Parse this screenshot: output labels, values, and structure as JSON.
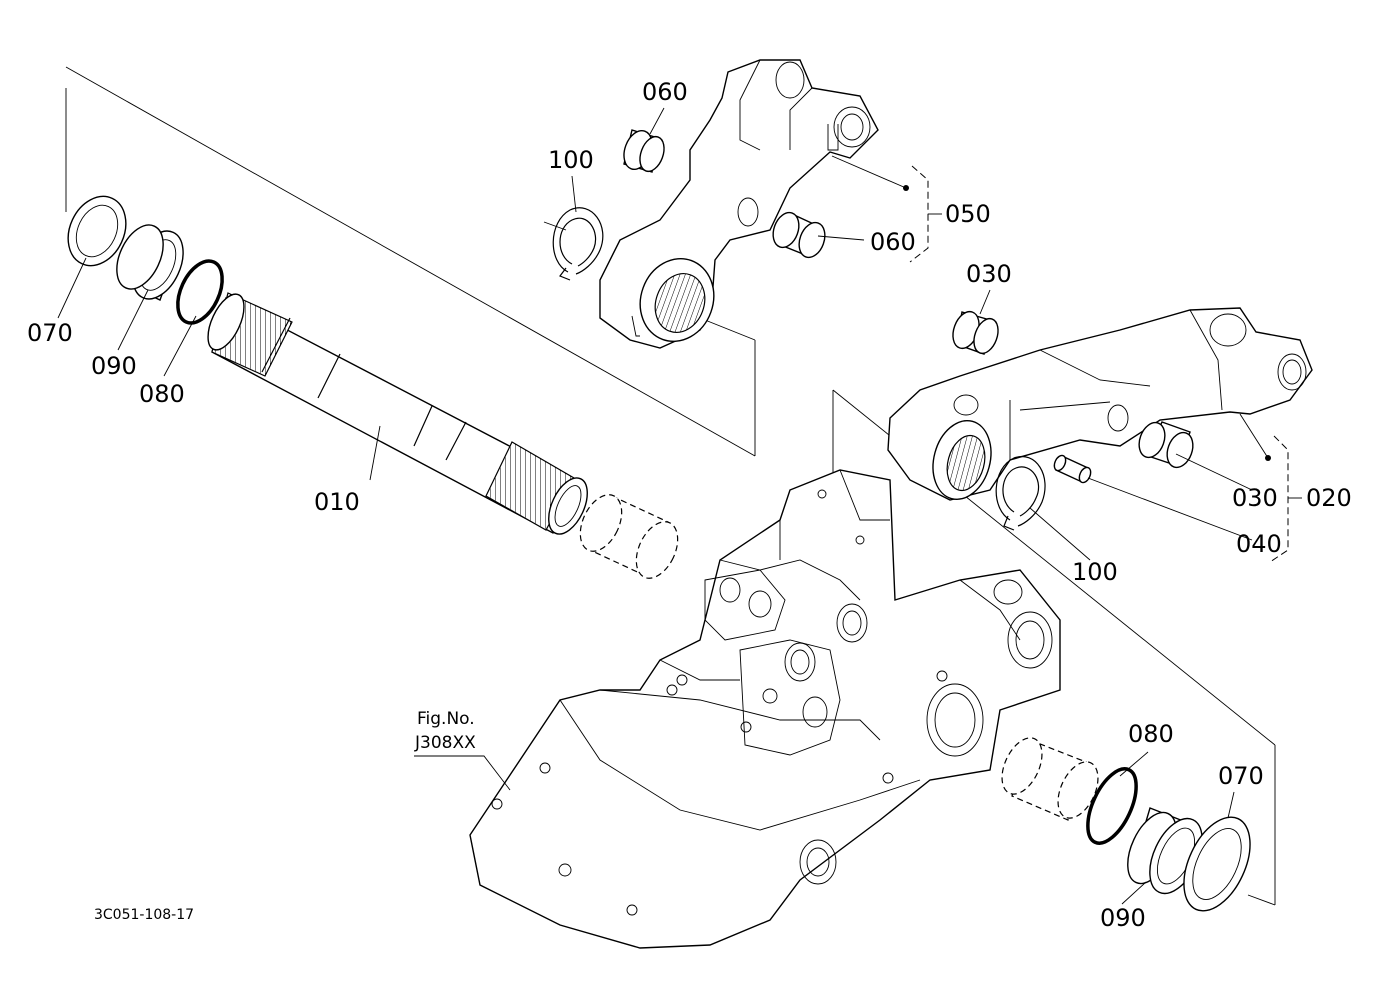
{
  "labels": {
    "p010": "010",
    "p020": "020",
    "p030a": "030",
    "p030b": "030",
    "p040": "040",
    "p050": "050",
    "p060a": "060",
    "p060b": "060",
    "p070a": "070",
    "p070b": "070",
    "p080a": "080",
    "p080b": "080",
    "p090a": "090",
    "p090b": "090",
    "p100a": "100",
    "p100b": "100"
  },
  "figure_ref": {
    "line1": "Fig.No.",
    "line2": "J308XX"
  },
  "doc_id": "3C051-108-17"
}
